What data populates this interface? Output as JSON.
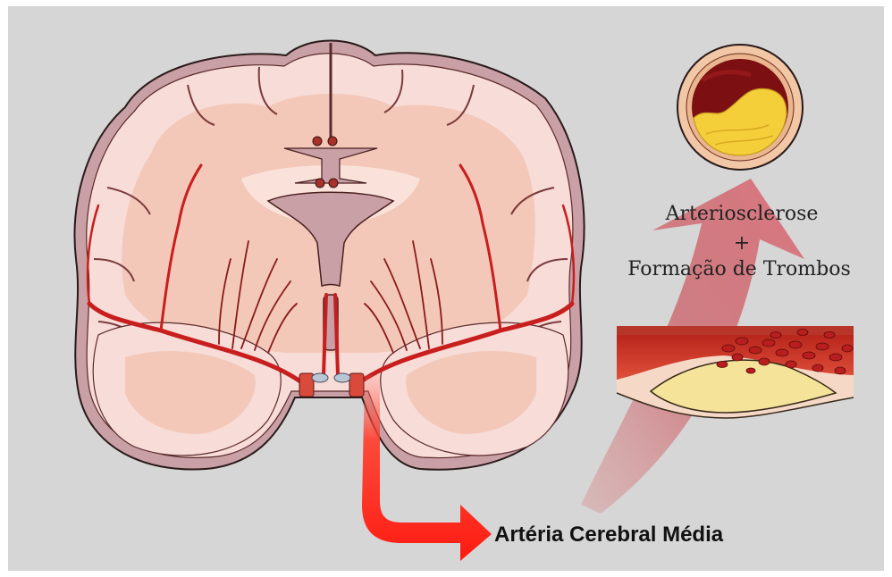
{
  "figure": {
    "background_color": "#d6d6d6",
    "brain_tissue_color": "#f7d9d6",
    "white_matter_color": "#f2c4b4",
    "vessel_color": "#c81e1e",
    "arrow_color": "#ff2a1a",
    "plaque_color": "#f6d64a"
  },
  "labels": {
    "process_line1": "Arteriosclerose",
    "process_plus": "+",
    "process_line2": "Formação de Trombos",
    "artery_name": "Artéria Cerebral Média"
  }
}
